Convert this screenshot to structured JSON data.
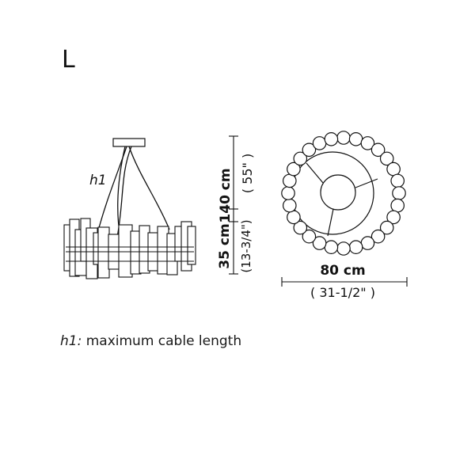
{
  "size_letter": "L",
  "side_view": {
    "cable_marker": "h1",
    "cable_height": {
      "value": "140 cm",
      "imperial": "( 55\" )"
    },
    "body_height": {
      "value": "35 cm",
      "imperial": "(13-3/4\")"
    }
  },
  "top_view": {
    "diameter": {
      "value": "80 cm",
      "imperial": "( 31-1/2\" )"
    }
  },
  "legend": {
    "term": "h1:",
    "description": " maximum cable length"
  },
  "colors": {
    "line": "#111111",
    "background": "#ffffff"
  }
}
